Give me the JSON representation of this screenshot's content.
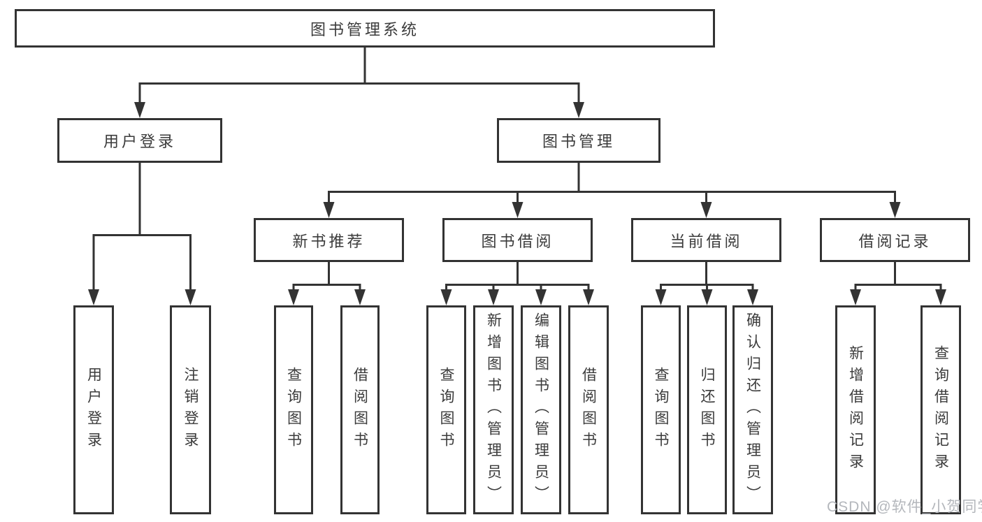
{
  "diagram": {
    "title": "图书管理系统",
    "level2": {
      "user_login": "用户登录",
      "book_management": "图书管理"
    },
    "level3": {
      "new_book_recommend": "新书推荐",
      "book_borrowing": "图书借阅",
      "current_borrowing": "当前借阅",
      "borrowing_records": "借阅记录"
    },
    "children": {
      "user_login": [
        "用户登录",
        "注销登录"
      ],
      "new_book_recommend": [
        "查询图书",
        "借阅图书"
      ],
      "book_borrowing": [
        "查询图书",
        "新增图书（管理员）",
        "编辑图书（管理员）",
        "借阅图书"
      ],
      "current_borrowing": [
        "查询图书",
        "归还图书",
        "确认归还（管理员）"
      ],
      "borrowing_records": [
        "新增借阅记录",
        "查询借阅记录"
      ]
    },
    "watermark": "CSDN @软件_小贺同学",
    "colors": {
      "line": "#333333",
      "text": "#3b3b3b",
      "background": "#ffffff",
      "watermark": "#b4b7bc"
    }
  }
}
